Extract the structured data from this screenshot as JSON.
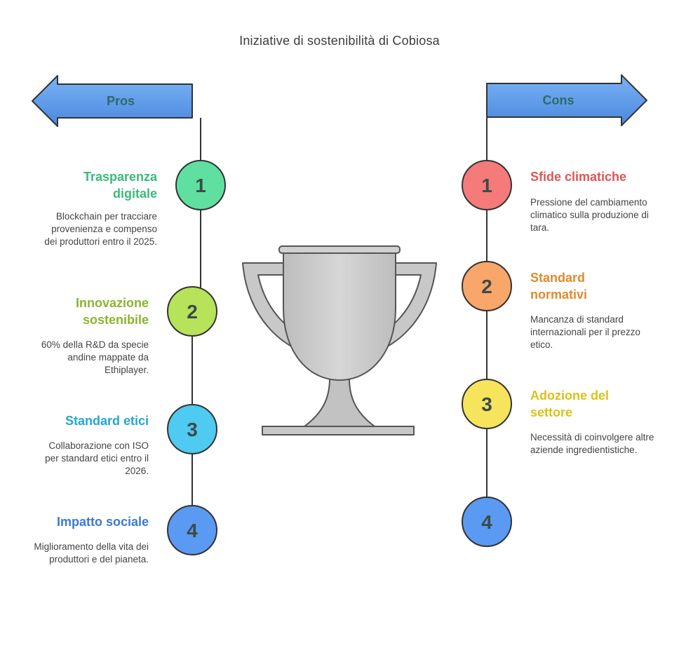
{
  "title": "Iniziative di sostenibilità di Cobiosa",
  "pros": {
    "label": "Pros",
    "items": [
      {
        "num": "1",
        "title": "Trasparenza digitale",
        "desc": "Blockchain per tracciare provenienza e compenso dei produttori entro il 2025.",
        "color": "#5fe0a0",
        "title_color": "#3cba7a"
      },
      {
        "num": "2",
        "title": "Innovazione sostenibile",
        "desc": "60% della R&D da specie andine mappate da Ethiplayer.",
        "color": "#b6e35a",
        "title_color": "#8ab52e"
      },
      {
        "num": "3",
        "title": "Standard etici",
        "desc": "Collaborazione con ISO per standard etici entro il 2026.",
        "color": "#4fcaf0",
        "title_color": "#24a6d4"
      },
      {
        "num": "4",
        "title": "Impatto sociale",
        "desc": "Miglioramento della vita dei produttori e del pianeta.",
        "color": "#5b9af2",
        "title_color": "#3a7ad6"
      }
    ]
  },
  "cons": {
    "label": "Cons",
    "items": [
      {
        "num": "1",
        "title": "Sfide climatiche",
        "desc": "Pressione del cambiamento climatico sulla produzione di tara.",
        "color": "#f57a7a",
        "title_color": "#e05555"
      },
      {
        "num": "2",
        "title": "Standard normativi",
        "desc": "Mancanza di standard internazionali per il prezzo etico.",
        "color": "#f9a66a",
        "title_color": "#e08a2e"
      },
      {
        "num": "3",
        "title": "Adozione del settore",
        "desc": "Necessità di coinvolgere altre aziende ingredientistiche.",
        "color": "#f5e45c",
        "title_color": "#d9c21a"
      },
      {
        "num": "4",
        "title": "",
        "desc": "",
        "color": "#5b9af2",
        "title_color": "#3a7ad6"
      }
    ]
  },
  "colors": {
    "arrow_fill": "#5a9ae8",
    "arrow_label": "#2e6a6a",
    "trophy_fill": "#c8c8c8",
    "trophy_stroke": "#555555",
    "line": "#333333"
  },
  "icons": {
    "center": "trophy-icon",
    "left_arrow": "arrow-left-icon",
    "right_arrow": "arrow-right-icon"
  }
}
